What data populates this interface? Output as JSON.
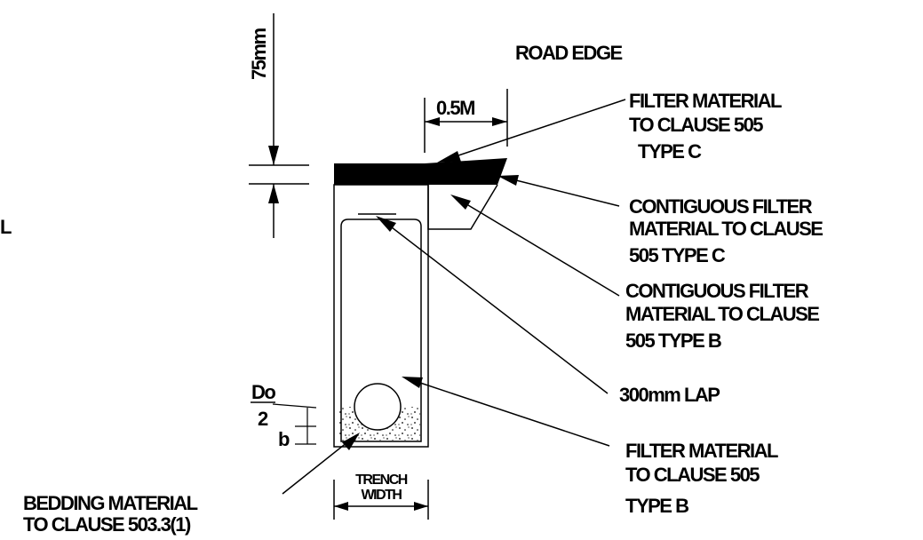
{
  "labels": {
    "dim_75mm": "75mm",
    "road_edge": "ROAD EDGE",
    "dim_05m": "0.5M",
    "filter_c": [
      "FILTER MATERIAL",
      "TO CLAUSE 505",
      "TYPE C"
    ],
    "contig_c": [
      "CONTIGUOUS FILTER",
      "MATERIAL TO CLAUSE",
      "505 TYPE C"
    ],
    "contig_b": [
      "CONTIGUOUS FILTER",
      "MATERIAL TO CLAUSE",
      "505 TYPE B"
    ],
    "lap": "300mm LAP",
    "filter_b": [
      "FILTER MATERIAL",
      "TO CLAUSE 505",
      "TYPE B"
    ],
    "bedding": [
      "BEDDING MATERIAL",
      "TO CLAUSE 503.3(1)"
    ],
    "trench_width": [
      "TRENCH",
      "WIDTH"
    ],
    "do_label": "Do",
    "two_label": "2",
    "b_label": "b",
    "edge_fragment": "L"
  },
  "colors": {
    "ink": "#000000",
    "paper": "#ffffff"
  }
}
